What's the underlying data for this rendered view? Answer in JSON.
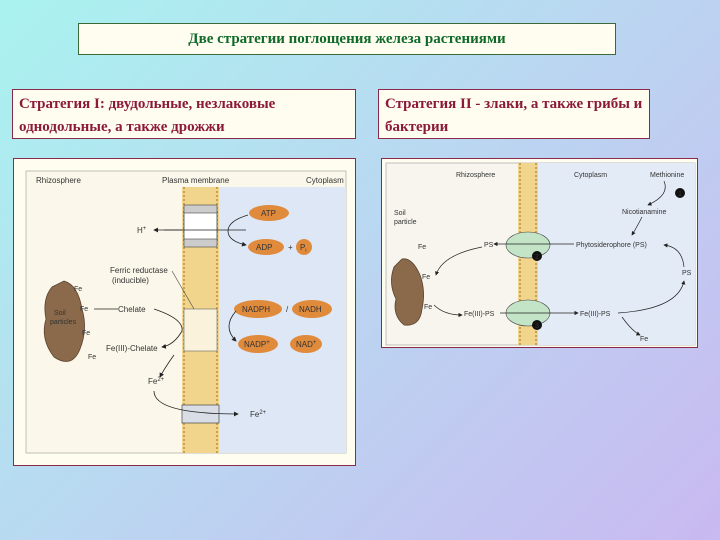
{
  "title": "Две стратегии поглощения железа растениями",
  "strategy1": {
    "heading": "Стратегия I: двудольные, незлаковые однодольные, а также дрожжи",
    "diagram": {
      "rhizosphere": "Rhizosphere",
      "membrane": "Plasma membrane",
      "cytoplasm": "Cytoplasm",
      "atp": "ATP",
      "adp": "ADP",
      "plus": "+",
      "pi": "P",
      "pi_sub": "i",
      "hplus": "H",
      "hplus_sup": "+",
      "ferric_reductase": "Ferric reductase",
      "inducible": "(inducible)",
      "chelate": "Chelate",
      "fe_chelate": "Fe(III)-Chelate",
      "nadph": "NADPH",
      "slash": "/",
      "nadh": "NADH",
      "nadp": "NADP",
      "nadp_sup": "+",
      "nad": "NAD",
      "nad_sup": "+",
      "fe2_left": "Fe",
      "fe2_left_sup": "2+",
      "fe2_right": "Fe",
      "fe2_right_sup": "2+",
      "soil_l1": "Soil",
      "soil_l2": "particles",
      "fe": "Fe"
    }
  },
  "strategy2": {
    "heading": "Стратегия II  -  злаки, а также грибы и бактерии",
    "diagram": {
      "rhizosphere": "Rhizosphere",
      "cytoplasm": "Cytoplasm",
      "methionine": "Methionine",
      "nicotianamine": "Nicotianamine",
      "soil_l1": "Soil",
      "soil_l2": "particle",
      "fe": "Fe",
      "ps": "PS",
      "phytosiderophore": "Phytosiderophore (PS)",
      "fe_ps_left": "Fe(III)-PS",
      "fe_ps_right": "Fe(III)-PS",
      "n1": "1",
      "n2": "2",
      "n3": "3"
    }
  }
}
